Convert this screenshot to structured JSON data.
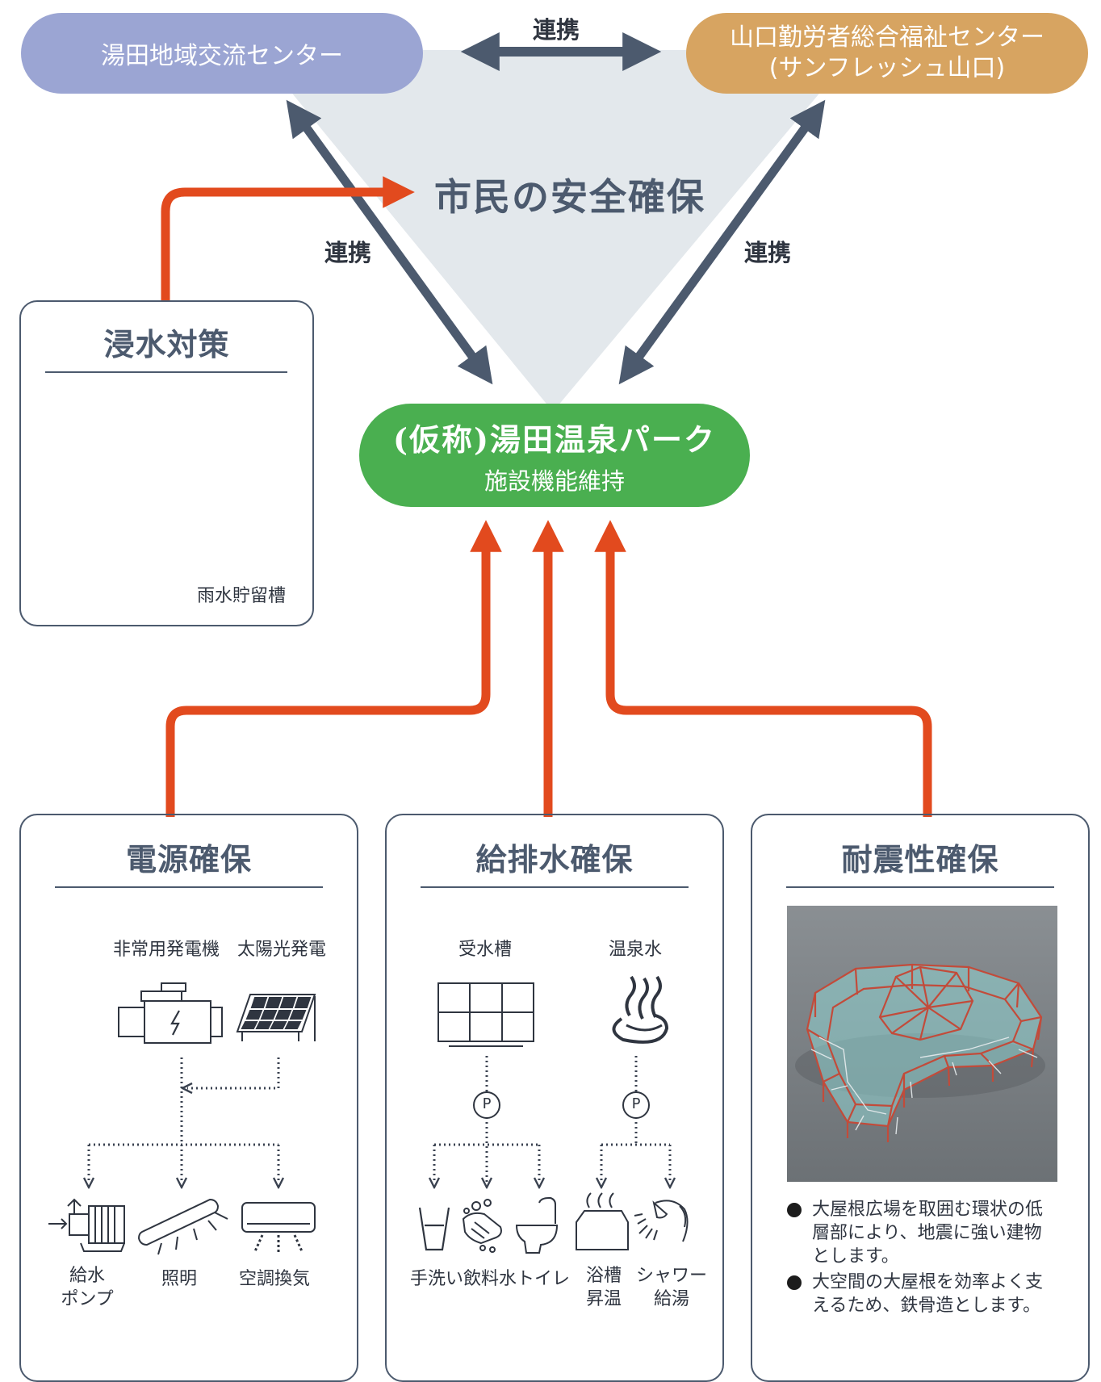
{
  "colors": {
    "blue_pill": "#9ba5d3",
    "gold_pill": "#d7a461",
    "green_pill": "#4aaf50",
    "triangle": "#e3e8ec",
    "slate": "#4c5a6e",
    "red_arrow": "#e24a1e"
  },
  "top": {
    "left_center": "湯田地域交流センター",
    "right_center_line1": "山口勤労者総合福祉センター",
    "right_center_line2": "(サンフレッシュ山口)",
    "link_top": "連携",
    "link_left": "連携",
    "link_right": "連携",
    "goal": "市民の安全確保"
  },
  "center": {
    "title": "(仮称)湯田温泉パーク",
    "subtitle": "施設機能維持"
  },
  "flood": {
    "title": "浸水対策",
    "tank_label": "雨水貯留槽",
    "icons": [
      "rain-cloud-icon",
      "building-icon",
      "rainwater-tank-icon"
    ]
  },
  "power": {
    "title": "電源確保",
    "source1": "非常用発電機",
    "source2": "太陽光発電",
    "out1_line1": "給水",
    "out1_line2": "ポンプ",
    "out2": "照明",
    "out3": "空調換気",
    "icons": [
      "generator-icon",
      "solar-panel-icon",
      "water-pump-icon",
      "fluorescent-light-icon",
      "air-conditioner-icon"
    ]
  },
  "water": {
    "title": "給排水確保",
    "source1": "受水槽",
    "source2": "温泉水",
    "pump_symbol": "P",
    "out1": "手洗い",
    "out2": "飲料水",
    "out3": "トイレ",
    "out4_line1": "浴槽",
    "out4_line2": "昇温",
    "out5_line1": "シャワー",
    "out5_line2": "給湯",
    "icons": [
      "water-tank-icon",
      "hot-spring-icon",
      "pump-icon",
      "cup-icon",
      "handwash-icon",
      "toilet-icon",
      "bathtub-icon",
      "shower-icon"
    ]
  },
  "quake": {
    "title": "耐震性確保",
    "image": "steel-frame-rendering",
    "bullet1": "大屋根広場を取囲む環状の低層部により、地震に強い建物とします。",
    "bullet2": "大空間の大屋根を効率よく支えるため、鉄骨造とします。"
  }
}
